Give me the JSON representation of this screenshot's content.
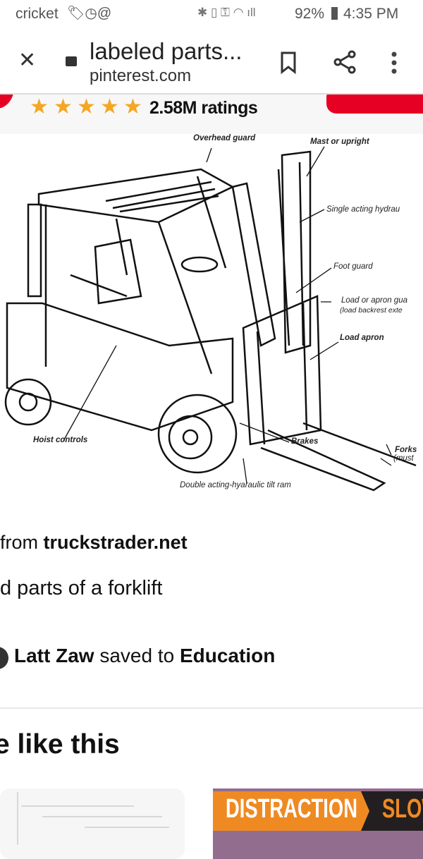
{
  "status_bar": {
    "carrier": "cricket",
    "battery": "92%",
    "time": "4:35 PM"
  },
  "toolbar": {
    "title": "labeled parts...",
    "domain": "pinterest.com"
  },
  "rating": {
    "stars": 5,
    "text": "2.58M ratings"
  },
  "diagram": {
    "labels": {
      "overhead_guard": "Overhead guard",
      "mast": "Mast or upright",
      "hydraulic": "Single acting hydrau",
      "foot_guard": "Foot guard",
      "load_guard_1": "Load or apron gua",
      "load_guard_2": "(load backrest exte",
      "load_apron": "Load apron",
      "hoist": "Hoist controls",
      "brakes": "Brakes",
      "forks_1": "Forks",
      "forks_2": "(must",
      "tilt_ram": "Double acting-hyaraulic tilt ram"
    }
  },
  "pin": {
    "source_prefix": "from ",
    "source": "truckstrader.net",
    "title": "d parts of a forklift",
    "user": "Latt Zaw",
    "saved_to": " saved to ",
    "board": "Education"
  },
  "more": {
    "heading": "e like this",
    "card2_text1": "DISTRACTION",
    "card2_text2": "SLOW"
  },
  "colors": {
    "star": "#f5a623",
    "accent_red": "#e60023",
    "card_orange": "#ef8a22",
    "card_purple": "#926d8e"
  }
}
